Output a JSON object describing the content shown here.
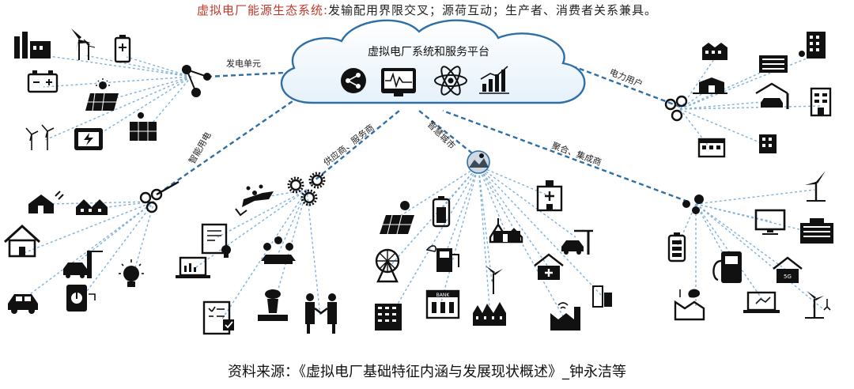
{
  "header": {
    "title_lead": "虚拟电厂能源生态系统:",
    "title_rest": "发输配用界限交叉；源荷互动；生产者、消费者关系兼具。"
  },
  "platform": {
    "title": "虚拟电厂系统和服务平台",
    "icons": [
      "share-icon",
      "monitor-waveform-icon",
      "atom-icon",
      "bar-chart-icon"
    ]
  },
  "links": {
    "generation_unit": "发电单元",
    "smart_consumption": "智能用电",
    "suppliers_service": "供应商、服务商",
    "smart_city": "智慧城市",
    "power_users": "电力用户",
    "aggregators": "聚合、集成商"
  },
  "clusters": {
    "generation": [
      "factory-icon",
      "wind-turbine-icon",
      "battery-icon",
      "car-battery-icon",
      "solar-panel-icon",
      "wind-farm-icon",
      "ev-charger-icon",
      "solar-array-icon"
    ],
    "consumption": [
      "house-plug-icon",
      "row-houses-icon",
      "home-wifi-icon",
      "garage-car-icon",
      "smart-bulb-icon",
      "electric-car-icon",
      "phone-power-icon"
    ],
    "suppliers": [
      "hand-coins-icon",
      "certificate-icon",
      "laptop-chart-icon",
      "meeting-icon",
      "checklist-icon",
      "award-stand-icon",
      "handshake-icon"
    ],
    "smart_city": [
      "solar-icon",
      "battery-full-icon",
      "hospital-icon",
      "ferris-wheel-icon",
      "charging-station-icon",
      "church-icon",
      "garage-icon",
      "apartment-icon",
      "bank-icon",
      "wind-icon",
      "clinic-icon",
      "town-icon",
      "factory-wifi-icon",
      "office-tall-icon"
    ],
    "power_users": [
      "shops-icon",
      "tower-block-icon",
      "city-block-icon",
      "mall-icon",
      "car-wash-icon",
      "office-block-icon",
      "hotel-icon",
      "building-icon"
    ],
    "aggregators": [
      "wind-turbine-2-icon",
      "monitor-icon",
      "battery-2-icon",
      "skyscraper-icon",
      "fuel-pump-icon",
      "home-5g-icon",
      "eco-factory-icon",
      "laptop-icon",
      "wind-plug-icon"
    ]
  },
  "footer": {
    "source": "资料来源：《虚拟电厂基础特征内涵与发展现状概述》_钟永洁等"
  }
}
